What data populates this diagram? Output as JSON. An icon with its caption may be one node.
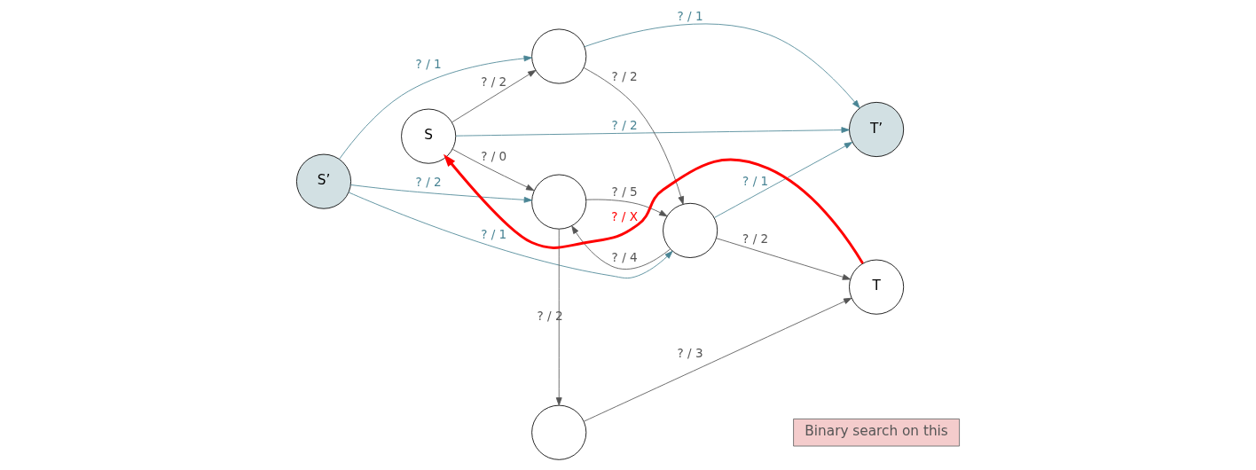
{
  "diagram": {
    "nodes": [
      {
        "text": [
          "S’"
        ]
      },
      {
        "text": [
          "S"
        ]
      },
      {
        "text": [],
        "shape": "circle"
      },
      {
        "text": [],
        "shape": "circle"
      },
      {
        "text": [],
        "shape": "circle"
      },
      {
        "text": [
          "T"
        ]
      },
      {
        "text": [],
        "shape": "circle"
      },
      {
        "text": [
          "T’"
        ]
      },
      {
        "text": [
          "Binary search on this"
        ]
      }
    ],
    "edges": [
      {
        "from": 0,
        "to": 2,
        "arrow": "to",
        "label": "? / 1",
        "color": "#4a8595"
      },
      {
        "from": 0,
        "to": 3,
        "arrow": "to",
        "label": "? / 2",
        "color": "#4a8595"
      },
      {
        "from": 0,
        "to": 4,
        "arrow": "to",
        "label": "? / 1",
        "color": "#4a8595"
      },
      {
        "from": 2,
        "to": 7,
        "arrow": "to",
        "label": "? / 1",
        "color": "#4a8595"
      },
      {
        "from": 1,
        "to": 7,
        "arrow": "to",
        "label": "? / 2",
        "color": "#4a8595"
      },
      {
        "from": 4,
        "to": 7,
        "arrow": "to",
        "label": "? / 1",
        "color": "#4a8595"
      },
      {
        "from": 1,
        "to": 2,
        "arrow": "to",
        "label": "? / 2"
      },
      {
        "from": 2,
        "to": 4,
        "arrow": "to",
        "label": "? / 2"
      },
      {
        "from": 1,
        "to": 3,
        "arrow": "to",
        "label": "? / 0"
      },
      {
        "from": 4,
        "to": 3,
        "arrow": "to",
        "label": "? / 4"
      },
      {
        "from": 3,
        "to": 4,
        "arrow": "to",
        "label": "? / 5"
      },
      {
        "from": 4,
        "to": 5,
        "arrow": "to",
        "label": "? / 2"
      },
      {
        "from": 3,
        "to": 6,
        "arrow": "to",
        "label": "? / 2"
      },
      {
        "from": 6,
        "to": 5,
        "arrow": "to",
        "label": "? / 3"
      },
      {
        "from": 5,
        "to": 1,
        "arrow": "to",
        "label": "? / X",
        "style": "thick",
        "color": "#ff0000"
      }
    ]
  }
}
